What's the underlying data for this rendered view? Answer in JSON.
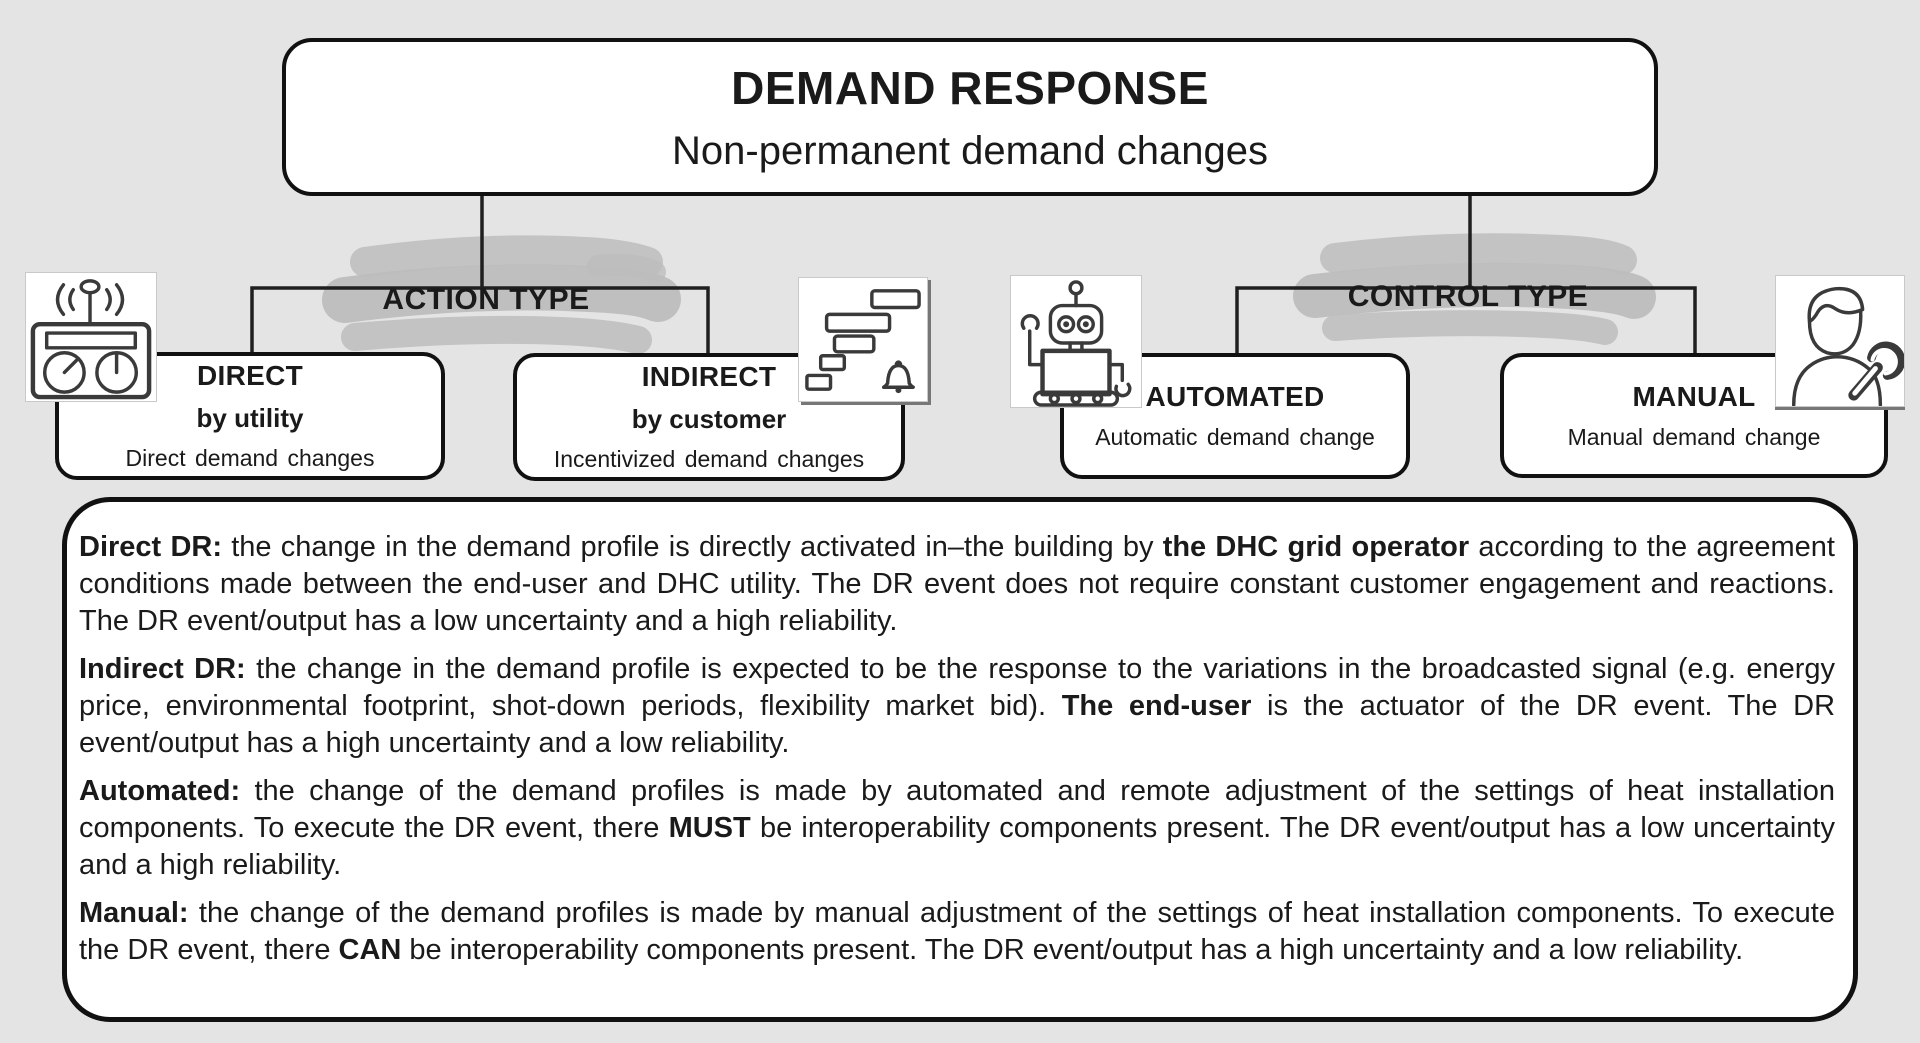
{
  "colors": {
    "bg": "#e4e4e4",
    "panel": "#ffffff",
    "border": "#111111",
    "line": "#1f1f1f",
    "text": "#1a1a1a",
    "scribble": "#bdbdbd",
    "icon-stroke": "#3a3a3a",
    "tile-border": "#c9c9c9"
  },
  "root": {
    "title": "DEMAND RESPONSE",
    "subtitle": "Non-permanent demand changes"
  },
  "branches": [
    {
      "label": "ACTION TYPE"
    },
    {
      "label": "CONTROL TYPE"
    }
  ],
  "nodes": [
    {
      "title": "DIRECT",
      "subtitle": "by utility",
      "desc": "Direct demand changes",
      "icon": "radio-remote-icon"
    },
    {
      "title": "INDIRECT",
      "subtitle": "by customer",
      "desc": "Incentivized demand changes",
      "icon": "gantt-schedule-bell-icon"
    },
    {
      "title": "AUTOMATED",
      "subtitle": "",
      "desc": "Automatic demand change",
      "icon": "robot-icon"
    },
    {
      "title": "MANUAL",
      "subtitle": "",
      "desc": "Manual demand change",
      "icon": "person-wrench-icon"
    }
  ],
  "definitions": [
    {
      "segments": [
        {
          "b": 1,
          "t": "Direct DR:"
        },
        {
          "b": 0,
          "t": " the change in the demand profile is directly activated in–the building by "
        },
        {
          "b": 1,
          "t": "the DHC grid operator"
        },
        {
          "b": 0,
          "t": " according to the agreement conditions made between the end-user and DHC utility. The DR event does not require constant customer engagement and reactions. The DR event/output has a low uncertainty and a high reliability."
        }
      ]
    },
    {
      "segments": [
        {
          "b": 1,
          "t": "Indirect DR:"
        },
        {
          "b": 0,
          "t": " the change in the demand profile is expected to be the response to the variations in the broadcasted signal (e.g. energy price, environmental footprint, shot-down periods, flexibility market bid). "
        },
        {
          "b": 1,
          "t": "The end-user"
        },
        {
          "b": 0,
          "t": " is the actuator of the DR event. The DR event/output has a high uncertainty and a low reliability."
        }
      ]
    },
    {
      "segments": [
        {
          "b": 1,
          "t": "Automated:"
        },
        {
          "b": 0,
          "t": " the change of the demand profiles is made by automated and remote adjustment of the settings of heat installation components. To execute the DR event, there "
        },
        {
          "b": 1,
          "t": "MUST"
        },
        {
          "b": 0,
          "t": " be interoperability components present. The DR event/output has a low uncertainty and a high reliability."
        }
      ]
    },
    {
      "segments": [
        {
          "b": 1,
          "t": "Manual:"
        },
        {
          "b": 0,
          "t": " the change of the demand profiles is made by manual adjustment of the settings of heat installation components. To execute the DR event, there "
        },
        {
          "b": 1,
          "t": "CAN"
        },
        {
          "b": 0,
          "t": " be interoperability components present. The DR event/output has a high uncertainty and a low reliability."
        }
      ]
    }
  ]
}
